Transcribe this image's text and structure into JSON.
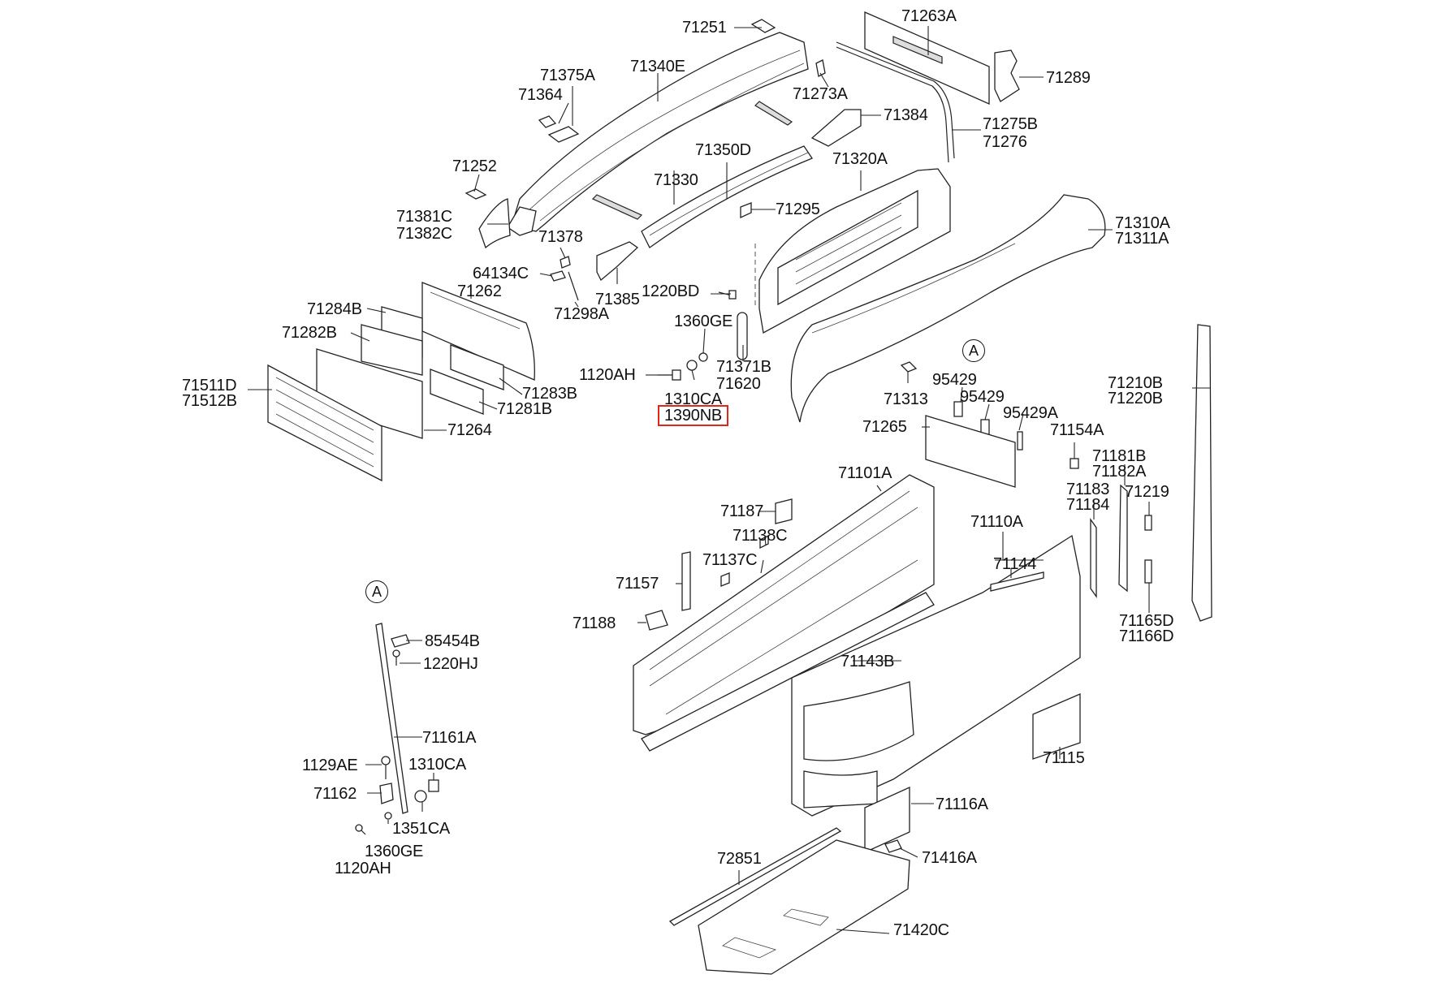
{
  "highlighted_part": "1390NB",
  "callouts": {
    "a_top": "A",
    "a_side": "A"
  },
  "labels": {
    "p71251": "71251",
    "p71263A": "71263A",
    "p71340E": "71340E",
    "p71375A": "71375A",
    "p71364": "71364",
    "p71289": "71289",
    "p71273A": "71273A",
    "p71384": "71384",
    "p71275B": "71275B",
    "p71276": "71276",
    "p71350D": "71350D",
    "p71330": "71330",
    "p71252": "71252",
    "p71320A": "71320A",
    "p71381C": "71381C",
    "p71382C": "71382C",
    "p71295": "71295",
    "p71310A": "71310A",
    "p71311A": "71311A",
    "p71378": "71378",
    "p64134C": "64134C",
    "p71262": "71262",
    "p71385": "71385",
    "p1220BD": "1220BD",
    "p71284B": "71284B",
    "p71298A": "71298A",
    "p1360GE_top": "1360GE",
    "p71282B": "71282B",
    "p71371B": "71371B",
    "p71620": "71620",
    "p1120AH_top": "1120AH",
    "p95429_a": "95429",
    "p95429_b": "95429",
    "p71511D": "71511D",
    "p71512B": "71512B",
    "p71283B": "71283B",
    "p71313": "71313",
    "p71210B": "71210B",
    "p71220B": "71220B",
    "p1310CA_top": "1310CA",
    "p1390NB": "1390NB",
    "p71281B": "71281B",
    "p95429A": "95429A",
    "p71265": "71265",
    "p71154A": "71154A",
    "p71264": "71264",
    "p71181B": "71181B",
    "p71182A": "71182A",
    "p71101A": "71101A",
    "p71183": "71183",
    "p71184": "71184",
    "p71219": "71219",
    "p71187": "71187",
    "p71110A": "71110A",
    "p71138C": "71138C",
    "p71137C": "71137C",
    "p71144": "71144",
    "p71157": "71157",
    "p71188": "71188",
    "p71165D": "71165D",
    "p71166D": "71166D",
    "p85454B": "85454B",
    "p1220HJ": "1220HJ",
    "p71143B": "71143B",
    "p71161A": "71161A",
    "p1129AE": "1129AE",
    "p1310CA_side": "1310CA",
    "p71115": "71115",
    "p71162": "71162",
    "p71116A": "71116A",
    "p1351CA": "1351CA",
    "p1360GE_side": "1360GE",
    "p1120AH_side": "1120AH",
    "p72851": "72851",
    "p71416A": "71416A",
    "p71420C": "71420C"
  }
}
